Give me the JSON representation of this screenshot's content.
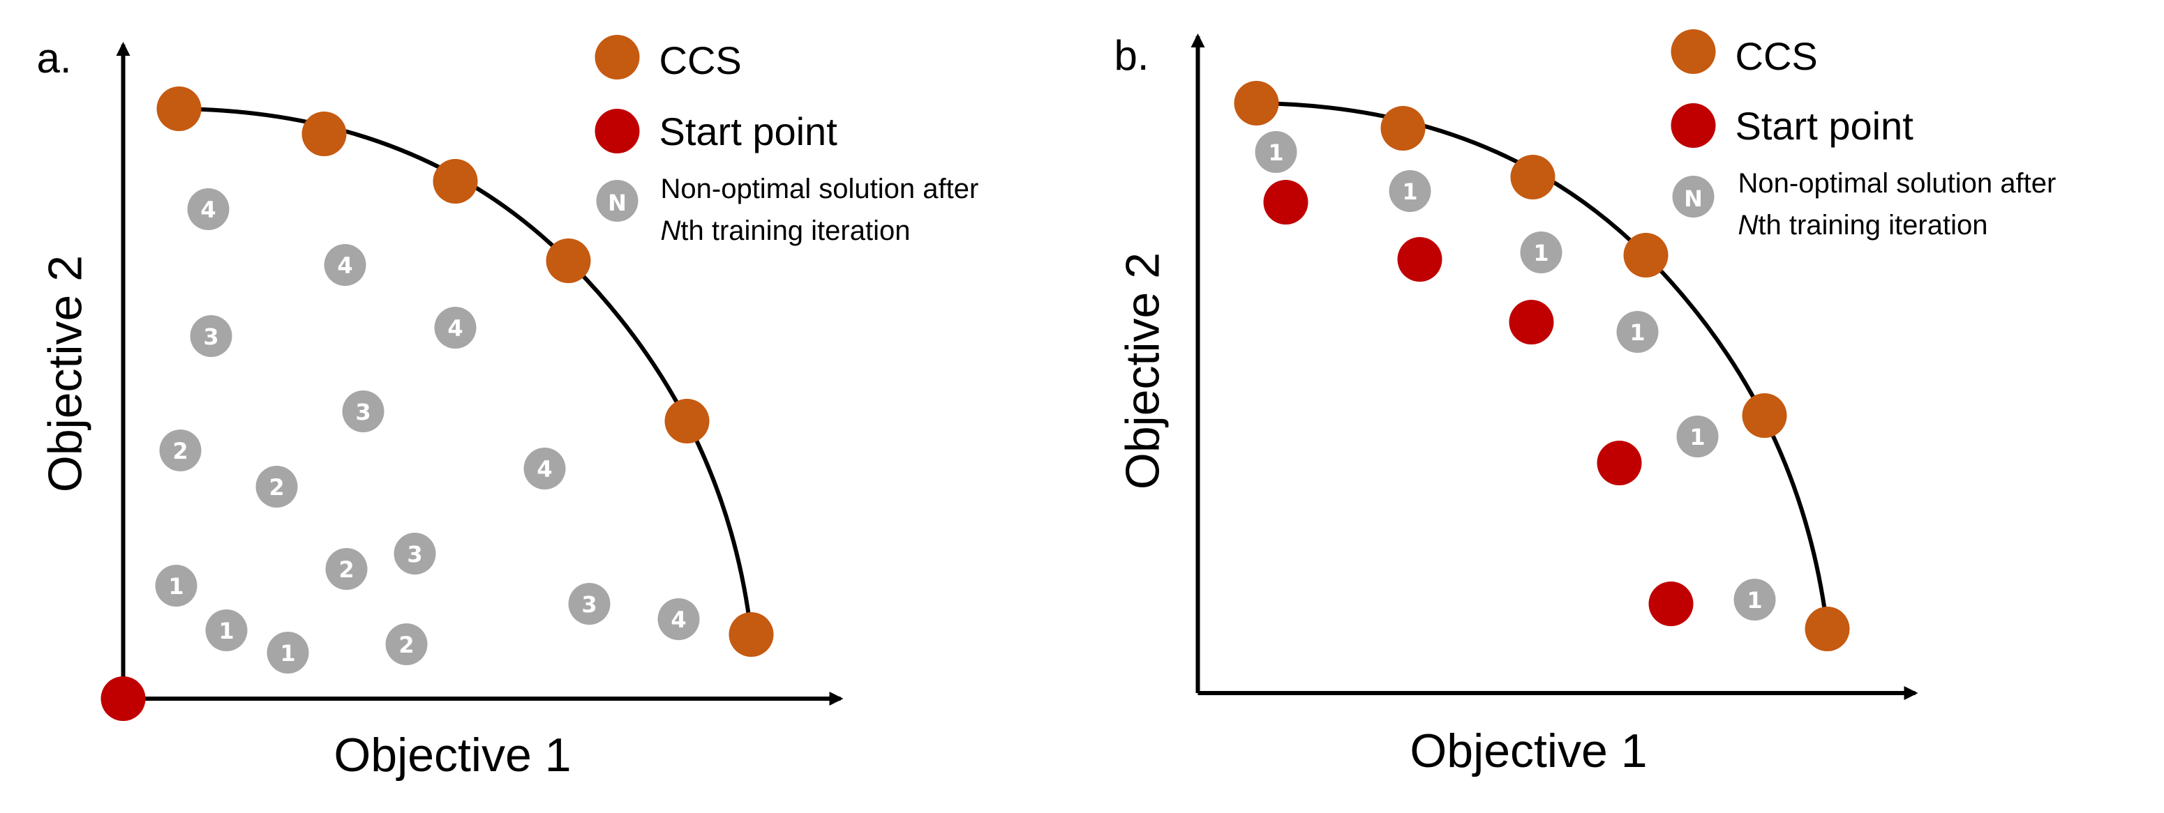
{
  "panels": [
    {
      "id": "a",
      "letter": "a.",
      "xlabel": "Objective 1",
      "ylabel": "Objective 2",
      "legend": {
        "ccs": "CCS",
        "start": "Start point",
        "n_glyph": "N",
        "nonopt_line1": "Non-optimal solution after",
        "nonopt_line2_italic": "N",
        "nonopt_line2_rest": "th training iteration"
      },
      "ccs_points": [
        [
          128,
          78
        ],
        [
          232,
          96
        ],
        [
          326,
          130
        ],
        [
          407,
          187
        ],
        [
          492,
          302
        ],
        [
          538,
          455
        ]
      ],
      "start_points": [
        [
          88,
          501
        ]
      ],
      "nonoptimal_points": [
        {
          "pos": [
            149,
            150
          ],
          "n": "4"
        },
        {
          "pos": [
            247,
            190
          ],
          "n": "4"
        },
        {
          "pos": [
            326,
            235
          ],
          "n": "4"
        },
        {
          "pos": [
            151,
            241
          ],
          "n": "3"
        },
        {
          "pos": [
            260,
            295
          ],
          "n": "3"
        },
        {
          "pos": [
            390,
            336
          ],
          "n": "4"
        },
        {
          "pos": [
            129,
            323
          ],
          "n": "2"
        },
        {
          "pos": [
            198,
            349
          ],
          "n": "2"
        },
        {
          "pos": [
            297,
            397
          ],
          "n": "3"
        },
        {
          "pos": [
            248,
            408
          ],
          "n": "2"
        },
        {
          "pos": [
            126,
            420
          ],
          "n": "1"
        },
        {
          "pos": [
            162,
            452
          ],
          "n": "1"
        },
        {
          "pos": [
            206,
            468
          ],
          "n": "1"
        },
        {
          "pos": [
            291,
            462
          ],
          "n": "2"
        },
        {
          "pos": [
            422,
            433
          ],
          "n": "3"
        },
        {
          "pos": [
            486,
            444
          ],
          "n": "4"
        }
      ]
    },
    {
      "id": "b",
      "letter": "b.",
      "xlabel": "Objective 1",
      "ylabel": "Objective 2",
      "legend": {
        "ccs": "CCS",
        "start": "Start point",
        "n_glyph": "N",
        "nonopt_line1": "Non-optimal solution after",
        "nonopt_line2_italic": "N",
        "nonopt_line2_rest": "th training iteration"
      },
      "ccs_points": [
        [
          900,
          74
        ],
        [
          1005,
          92
        ],
        [
          1098,
          127
        ],
        [
          1179,
          183
        ],
        [
          1264,
          298
        ],
        [
          1309,
          451
        ]
      ],
      "start_points": [
        [
          921,
          145
        ],
        [
          1017,
          186
        ],
        [
          1097,
          231
        ],
        [
          1160,
          332
        ],
        [
          1197,
          433
        ]
      ],
      "nonoptimal_points": [
        {
          "pos": [
            914,
            109
          ],
          "n": "1"
        },
        {
          "pos": [
            1010,
            137
          ],
          "n": "1"
        },
        {
          "pos": [
            1104,
            181
          ],
          "n": "1"
        },
        {
          "pos": [
            1173,
            238
          ],
          "n": "1"
        },
        {
          "pos": [
            1216,
            313
          ],
          "n": "1"
        },
        {
          "pos": [
            1257,
            430
          ],
          "n": "1"
        }
      ]
    }
  ],
  "colors": {
    "ccs": "#C55A11",
    "start": "#C00000",
    "nonoptimal": "#A6A6A6",
    "axis": "#000000",
    "curve": "#000000"
  }
}
